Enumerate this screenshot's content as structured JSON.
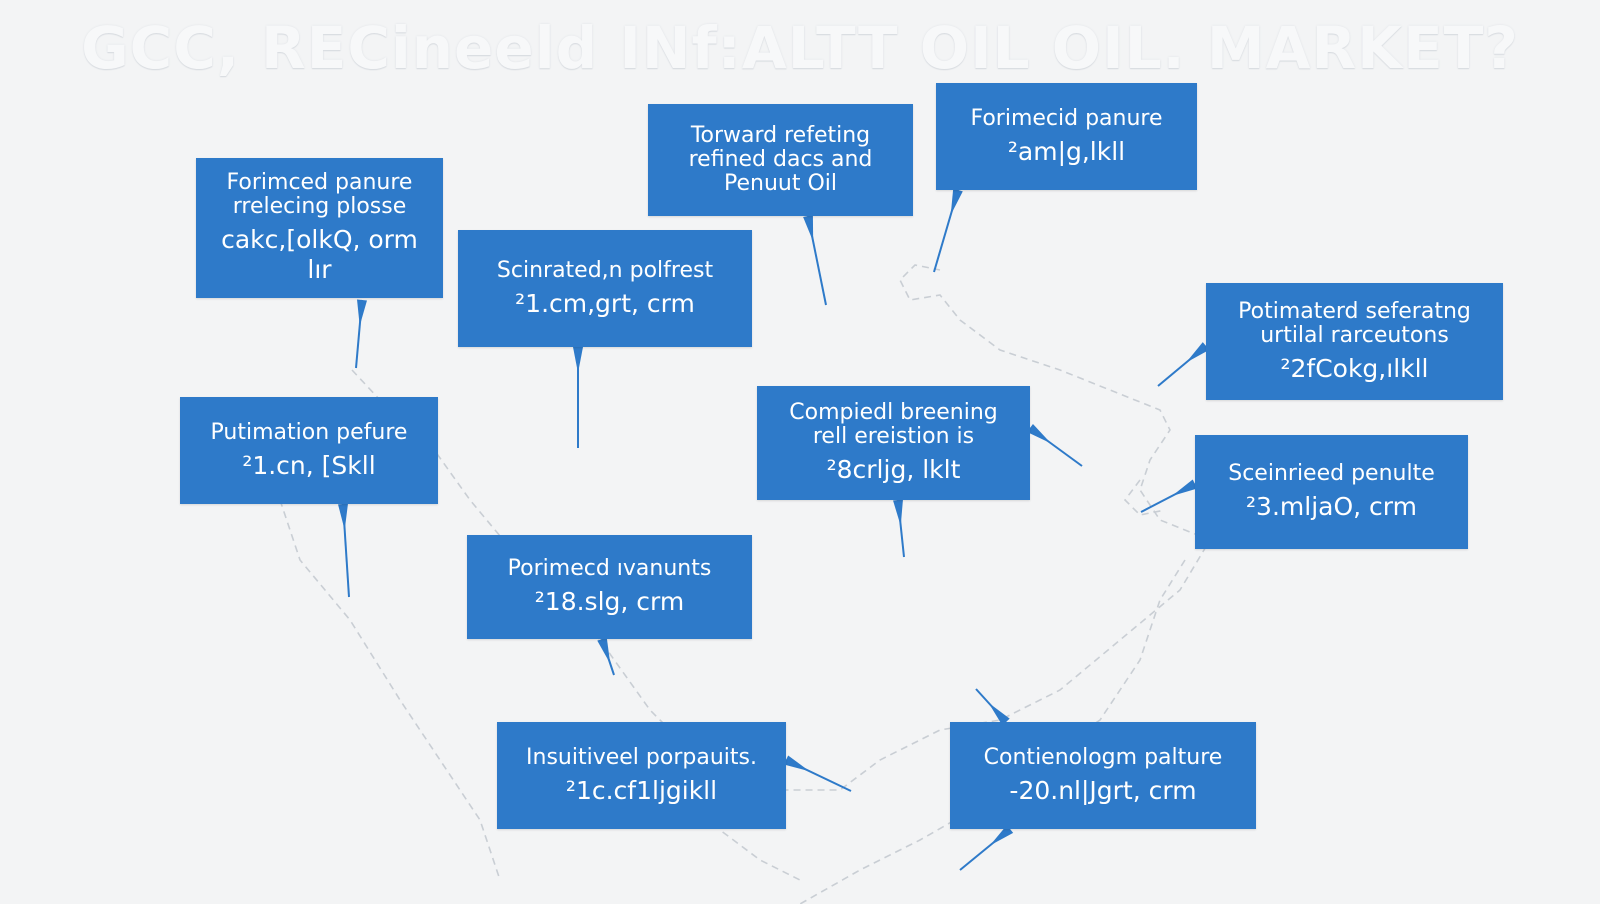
{
  "title": "GCC, RECineeld INf:ALTT OIL OIL.  MARKET?",
  "colors": {
    "box": "#2e7ac9",
    "connector": "#2e7ac9",
    "background": "#f3f4f5",
    "map_outline": "#c9ced4"
  },
  "callouts": [
    {
      "lines": [
        "Forimced panure",
        "rrelecing plosse"
      ],
      "value_lines": [
        "cakc,[olkQ, orm",
        "lır"
      ]
    },
    {
      "lines": [
        "Torward refeting",
        "refined dacs and",
        "Penuut Oil"
      ],
      "value_lines": []
    },
    {
      "lines": [
        "Forimecid panure"
      ],
      "value_lines": [
        "²am|g,lkll"
      ]
    },
    {
      "lines": [
        "Scinrated,n polfrest"
      ],
      "value_lines": [
        "²1.cm,grt, crm"
      ]
    },
    {
      "lines": [
        "Potimaterd seferatng",
        "urtilal rarceutons"
      ],
      "value_lines": [
        "²2fCokg,ılkll"
      ]
    },
    {
      "lines": [
        "Putimation pefure"
      ],
      "value_lines": [
        "²1.cn, [Skll"
      ]
    },
    {
      "lines": [
        "Compiedl breening",
        "rell ereistion is"
      ],
      "value_lines": [
        "²8crljg, lklt"
      ]
    },
    {
      "lines": [
        "Sceinrieed penulte"
      ],
      "value_lines": [
        "²3.mljaO, crm"
      ]
    },
    {
      "lines": [
        "Porimecd ıvanunts"
      ],
      "value_lines": [
        "²18.slg, crm"
      ]
    },
    {
      "lines": [
        "Insuitiveel porpauits."
      ],
      "value_lines": [
        "²1c.cf1ljgikll"
      ]
    },
    {
      "lines": [
        "Contienologm palture"
      ],
      "value_lines": [
        "-20.nl|Jgrt, crm"
      ]
    }
  ]
}
